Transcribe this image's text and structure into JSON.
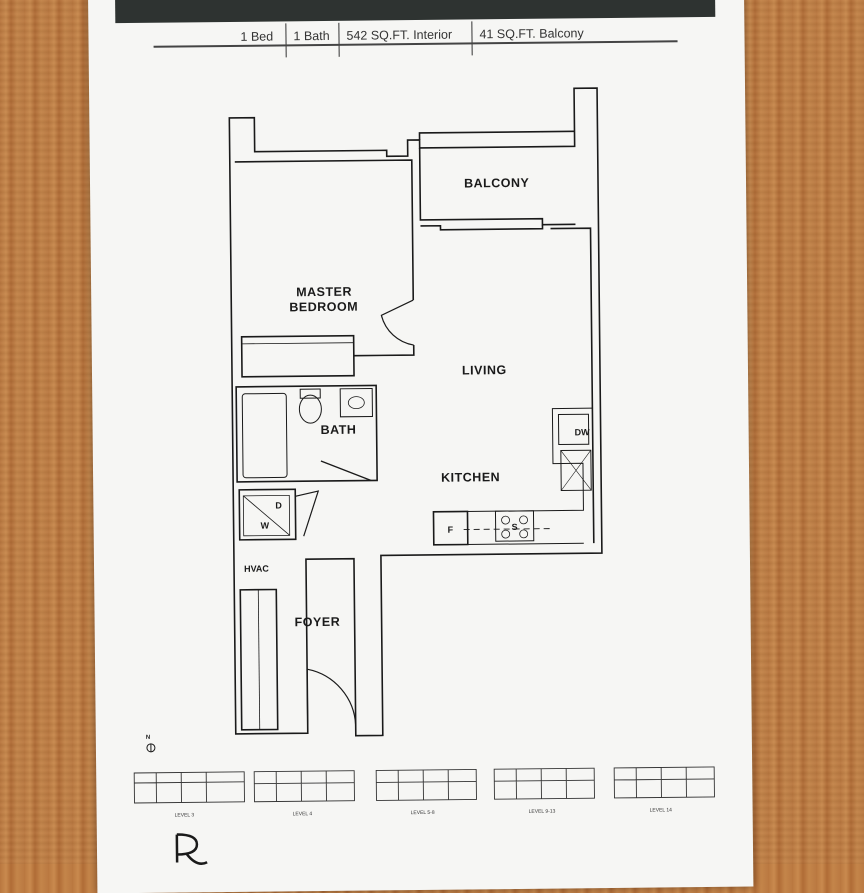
{
  "specs": {
    "bedrooms": "1 Bed",
    "bathrooms": "1 Bath",
    "interior": "542 SQ.FT. Interior",
    "balcony": "41 SQ.FT. Balcony"
  },
  "rooms": {
    "balcony": "BALCONY",
    "master_line1": "MASTER",
    "master_line2": "BEDROOM",
    "living": "LIVING",
    "bath": "BATH",
    "kitchen": "KITCHEN",
    "foyer": "FOYER",
    "hvac": "HVAC"
  },
  "appliances": {
    "dishwasher": "DW",
    "fridge": "F",
    "stove": "S",
    "dryer": "D",
    "washer": "W"
  },
  "compass": "N",
  "key_plans": [
    "LEVEL 3",
    "LEVEL 4",
    "LEVEL 5-8",
    "LEVEL 9-13",
    "LEVEL 14"
  ]
}
